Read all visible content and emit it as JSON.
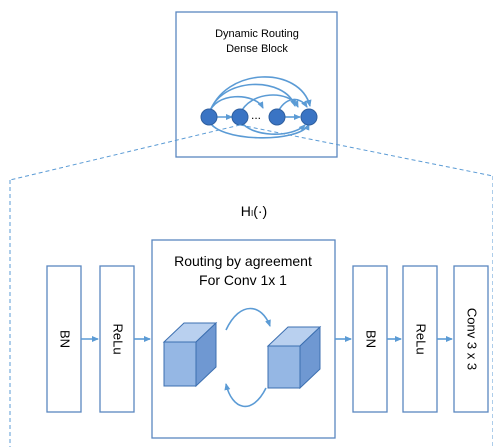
{
  "dense_block": {
    "title_line1": "Dynamic Routing",
    "title_line2": "Dense Block",
    "ellipsis": "..."
  },
  "function_label": "Hₗ(·)",
  "layers_left": [
    {
      "label": "BN"
    },
    {
      "label": "ReLu"
    }
  ],
  "routing": {
    "title_line1": "Routing by agreement",
    "title_line2": "For Conv 1x 1"
  },
  "layers_right": [
    {
      "label": "BN"
    },
    {
      "label": "ReLu"
    },
    {
      "label": "Conv 3 x 3"
    }
  ],
  "colors": {
    "node": "#3a74c4",
    "arrow": "#5b9bd5",
    "box_border": "#5a87c0",
    "cube": "#95b7e4"
  }
}
